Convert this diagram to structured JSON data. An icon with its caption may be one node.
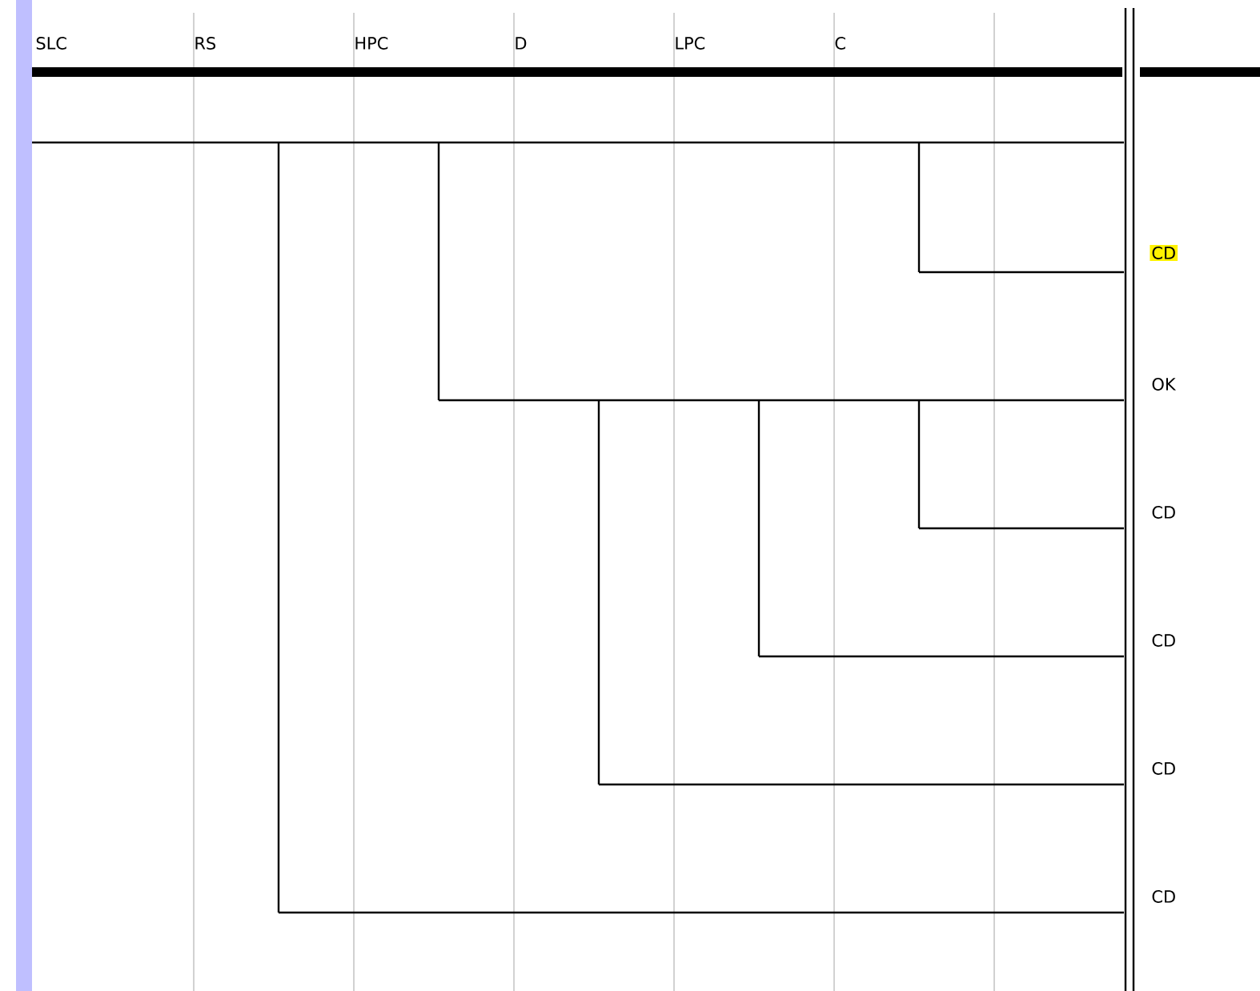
{
  "diagram": {
    "labels": [
      "SLC",
      "RS",
      "HPC",
      "D",
      "LPC",
      "C",
      "CD",
      "OK",
      "CD",
      "CD",
      "CD",
      "CD"
    ]
  }
}
